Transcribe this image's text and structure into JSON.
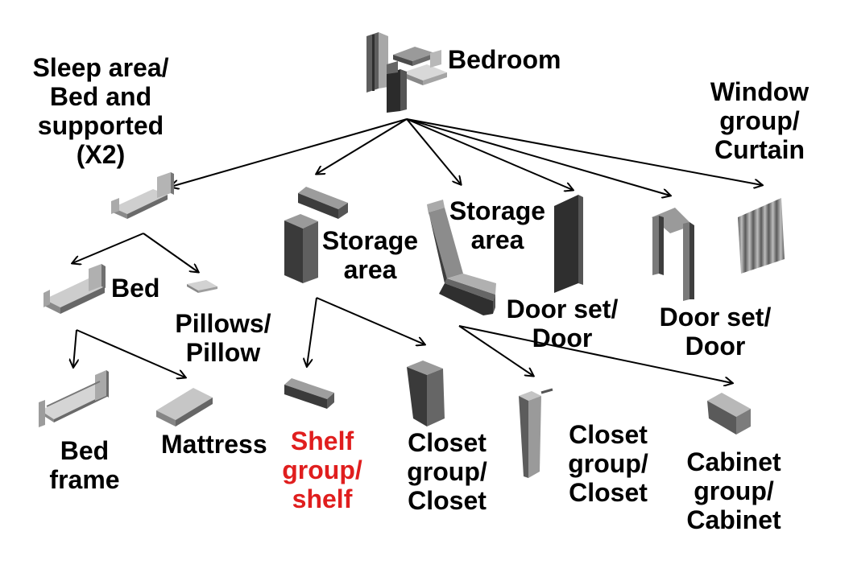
{
  "colors": {
    "edge": "#000000",
    "highlight": "#e01e1e",
    "model_dark": "#3a3a3a",
    "model_mid": "#7d7d7d",
    "model_light": "#c9c9c9"
  },
  "nodes": {
    "bedroom": "Bedroom",
    "sleep_area": "Sleep area/\nBed and\nsupported\n(X2)",
    "window_group": "Window\ngroup/\nCurtain",
    "storage_area_1": "Storage\narea",
    "storage_area_2": "Storage\narea",
    "bed": "Bed",
    "pillows": "Pillows/\nPillow",
    "door_set_1": "Door set/\nDoor",
    "door_set_2": "Door set/\nDoor",
    "bed_frame": "Bed\nframe",
    "mattress": "Mattress",
    "shelf_group": "Shelf\ngroup/\nshelf",
    "closet_group_1": "Closet\ngroup/\nCloset",
    "closet_group_2": "Closet\ngroup/\nCloset",
    "cabinet_group": "Cabinet\ngroup/\nCabinet"
  },
  "models": [
    "bedroom-model",
    "sleep-area-bed-model",
    "bed-model",
    "pillow-model",
    "bed-frame-model",
    "mattress-model",
    "storage-shelf-model",
    "storage-closet-model",
    "l-closet-model",
    "shelf-model",
    "closet-model",
    "tall-closet-model",
    "cabinet-model",
    "door-model",
    "door-frame-model",
    "curtain-model"
  ],
  "highlighted_node": "shelf_group"
}
